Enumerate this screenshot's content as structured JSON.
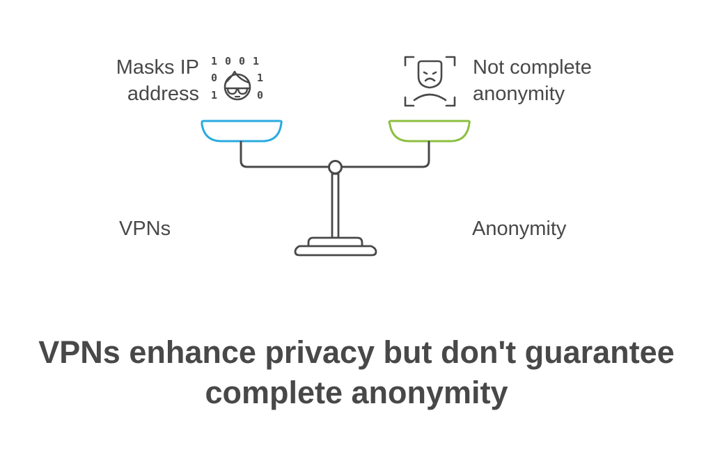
{
  "diagram": {
    "type": "balance-scale",
    "left": {
      "side_label": "VPNs",
      "description_lines": [
        "Masks IP",
        "address"
      ],
      "icon": "masked-person-binary-icon",
      "pan_color": "#2aaadf",
      "binary_digits": [
        "1",
        "0",
        "0",
        "1",
        "0",
        "1",
        "1",
        "0"
      ]
    },
    "right": {
      "side_label": "Anonymity",
      "description_lines": [
        "Not complete",
        "anonymity"
      ],
      "icon": "face-scan-frown-icon",
      "pan_color": "#8cbf3f"
    },
    "stroke_color": "#484848"
  },
  "title_lines": [
    "VPNs enhance privacy but don't guarantee",
    "complete anonymity"
  ]
}
